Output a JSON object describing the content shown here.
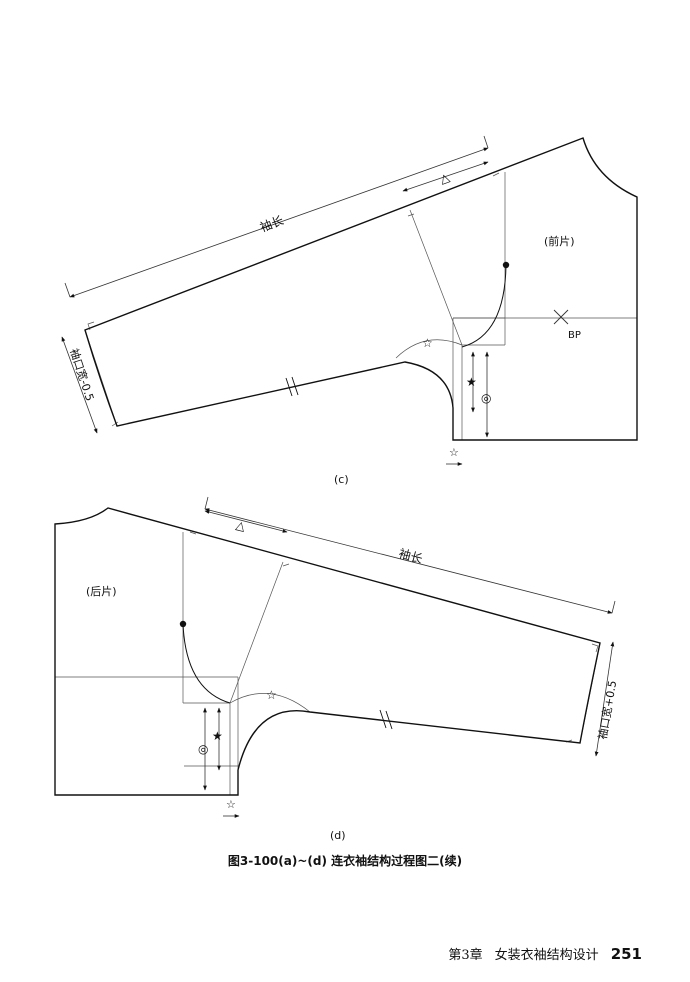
{
  "diagram_c": {
    "label_sleeve_length": "袖长",
    "label_cuff": "袖口宽-0.5",
    "label_panel": "(前片)",
    "label_bp": "BP",
    "symbol_triangle": "△",
    "symbol_star_outline": "☆",
    "symbol_star_filled": "★",
    "symbol_double_circle": "◎",
    "sublabel": "(c)"
  },
  "diagram_d": {
    "label_sleeve_length": "袖长",
    "label_cuff": "袖口宽+0.5",
    "label_panel": "(后片)",
    "symbol_triangle": "△",
    "symbol_star_outline": "☆",
    "symbol_star_filled": "★",
    "symbol_double_circle": "◎",
    "sublabel": "(d)"
  },
  "caption": "图3-100(a)~(d)  连衣袖结构过程图二(续)",
  "footer": {
    "chapter": "第3章",
    "title": "女装衣袖结构设计",
    "page_number": "251"
  }
}
